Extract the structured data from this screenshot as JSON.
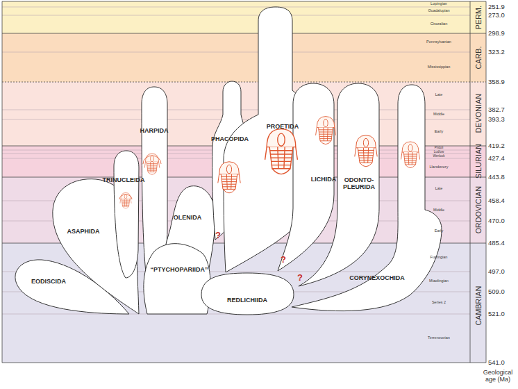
{
  "diagram": {
    "nodes": [
      {
        "text": [
          "EODISCIDA"
        ]
      },
      {
        "text": [
          "ASAPHIDA"
        ]
      },
      {
        "text": [
          "TRINUCLEIDA"
        ]
      },
      {
        "text": [
          "HARPIDA"
        ]
      },
      {
        "text": [
          "OLENIDA"
        ]
      },
      {
        "text": [
          "“PTYCHOPARIIDA”"
        ]
      },
      {
        "text": [
          "PHACOPIDA"
        ]
      },
      {
        "text": [
          "PROETIDA"
        ]
      },
      {
        "text": [
          "REDLICHIIDA"
        ]
      },
      {
        "text": [
          "LICHIDA"
        ]
      },
      {
        "text": [
          "ODONTO- PLEURIDA"
        ]
      },
      {
        "text": [
          "CORYNEXOCHIDA"
        ]
      }
    ],
    "labels": [
      "Lopingian",
      "Guadalupian",
      "Cisuralian",
      "Pennsylvanian",
      "Mississippian",
      "Late",
      "Middle",
      "Early",
      "Pridoli",
      "Ludlow",
      "Wenlock",
      "Llandovery",
      "Late",
      "Middle",
      "Early",
      "Furongian",
      "Miaolingian",
      "Series 2",
      "Terreneuvian",
      "PERM.",
      "CARB.",
      "DEVONIAN",
      "SILURIAN",
      "ORDOVICIAN",
      "CAMBRIAN",
      "251.9",
      "273.0",
      "298.9",
      "323.2",
      "358.9",
      "382.7",
      "393.3",
      "419.2",
      "427.4",
      "443.8",
      "458.4",
      "470.0",
      "485.4",
      "497.0",
      "509.0",
      "521.0",
      "541.0",
      "?",
      "?",
      "?",
      "Geological age (Ma)"
    ]
  }
}
